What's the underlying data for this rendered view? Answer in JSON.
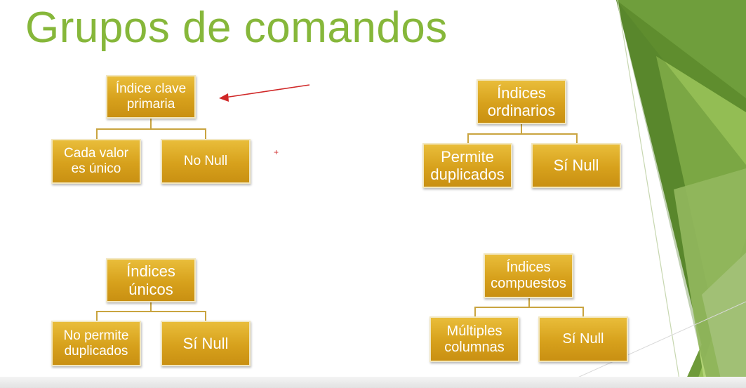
{
  "title": "Grupos de comandos",
  "colors": {
    "title": "#86b73a",
    "box": "#d9a21f",
    "box_border": "#f2e7c0",
    "connector": "#c9a440",
    "arrow": "#d02828"
  },
  "groups": [
    {
      "parent": "Índice clave\nprimaria",
      "children": [
        "Cada valor\nes único",
        "No Null"
      ]
    },
    {
      "parent": "Índices\nordinarios",
      "children": [
        "Permite\nduplicados",
        "Sí Null"
      ]
    },
    {
      "parent": "Índices\núnicos",
      "children": [
        "No permite\nduplicados",
        "Sí Null"
      ]
    },
    {
      "parent": "Índices\ncompuestos",
      "children": [
        "Múltiples\ncolumnas",
        "Sí Null"
      ]
    }
  ],
  "annotation": {
    "type": "arrow",
    "color": "#d02828",
    "points_to": "Índice clave primaria"
  }
}
